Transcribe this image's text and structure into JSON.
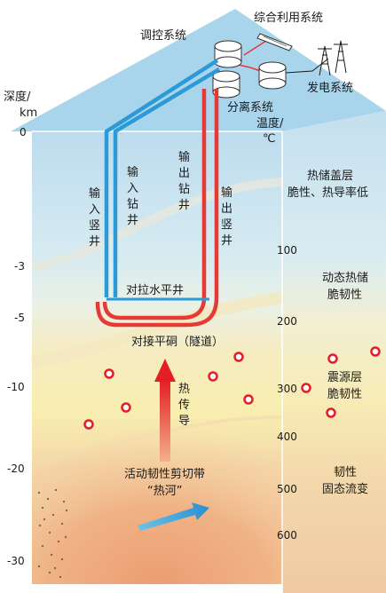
{
  "depth_axis": {
    "title_line1": "深度/",
    "title_line2": "km",
    "ticks": [
      "0",
      "-3",
      "-5",
      "-10",
      "-20",
      "-30"
    ]
  },
  "temperature_axis": {
    "title_line1": "温度/",
    "title_line2": "℃",
    "ticks": [
      "100",
      "200",
      "300",
      "400",
      "500",
      "600"
    ]
  },
  "surface": {
    "control_system": "调控系统",
    "utilization_system": "综合利用系统",
    "separation_system": "分离系统",
    "power_system": "发电系统"
  },
  "wells": {
    "input_shaft": [
      "输",
      "入",
      "竖",
      "井"
    ],
    "input_drill": [
      "输",
      "入",
      "钻",
      "井"
    ],
    "output_drill": [
      "输",
      "出",
      "钻",
      "井"
    ],
    "output_shaft": [
      "输",
      "出",
      "竖",
      "井"
    ],
    "horizontal": "对拉水平井",
    "tunnel": "对接平硐（隧道）"
  },
  "heat": {
    "conduction": [
      "热",
      "传",
      "导"
    ],
    "shear_zone": "活动韧性剪切带",
    "hot_river": "“热河”"
  },
  "layers": {
    "cap_line1": "热储盖层",
    "cap_line2": "脆性、热导率低",
    "dynamic_line1": "动态热储",
    "dynamic_line2": "脆韧性",
    "seismic_line1": "震源层",
    "seismic_line2": "脆韧性",
    "ductile_line1": "韧性",
    "ductile_line2": "固态流变"
  },
  "colors": {
    "sky_top": "#cfe7f3",
    "water_blue": "#bcdcee",
    "pale_cyan": "#dcedf0",
    "cream": "#f6ecc3",
    "pale_yellow": "#f8eeb0",
    "peach": "#f4d2a6",
    "orange_deep": "#eeb58b",
    "input_well": "#2b9ad6",
    "output_well": "#e53a35"
  }
}
